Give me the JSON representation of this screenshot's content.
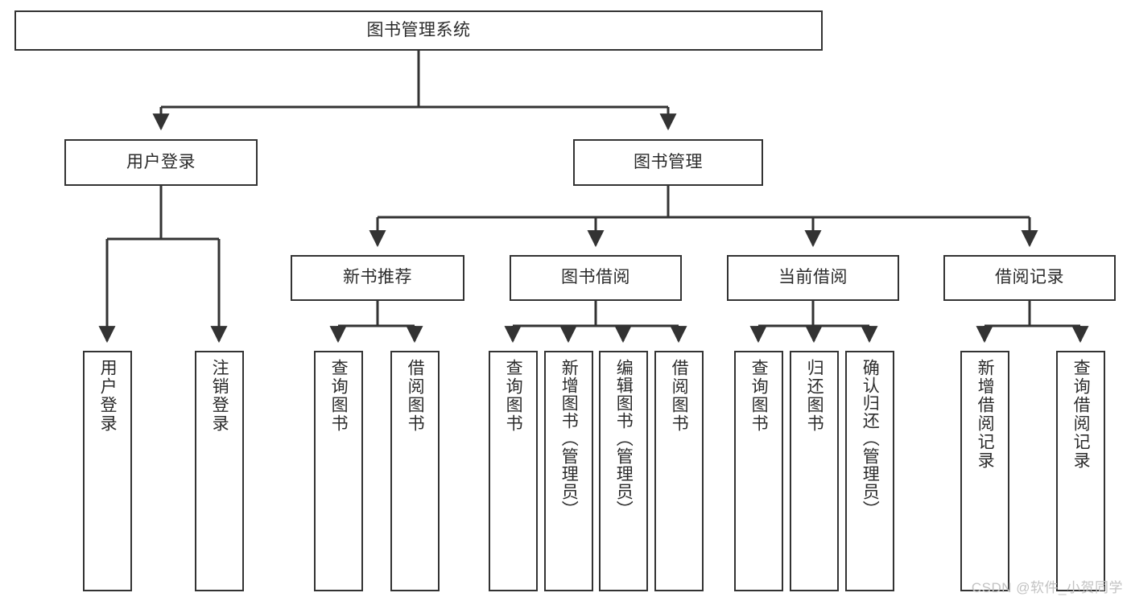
{
  "diagram": {
    "type": "tree",
    "title": "图书管理系统",
    "watermark": "CSDN @软件_小贺同学",
    "colors": {
      "stroke": "#333333",
      "fill": "#ffffff",
      "text": "#2b2b2b",
      "watermark": "#c3c3c3"
    },
    "nodes": {
      "root": {
        "label": "图书管理系统"
      },
      "l1": [
        {
          "id": "user-login",
          "label": "用户登录"
        },
        {
          "id": "book-manage",
          "label": "图书管理"
        }
      ],
      "l2": [
        {
          "id": "new-book-recommend",
          "label": "新书推荐"
        },
        {
          "id": "book-borrow",
          "label": "图书借阅"
        },
        {
          "id": "current-borrow",
          "label": "当前借阅"
        },
        {
          "id": "borrow-record",
          "label": "借阅记录"
        }
      ],
      "leaves": {
        "user_login": [
          {
            "id": "leaf-user-login",
            "label": "用户登录"
          },
          {
            "id": "leaf-logout-login",
            "label": "注销登录"
          }
        ],
        "new_book_recommend": [
          {
            "id": "leaf-query-book-1",
            "label": "查询图书"
          },
          {
            "id": "leaf-borrow-book-1",
            "label": "借阅图书"
          }
        ],
        "book_borrow": [
          {
            "id": "leaf-query-book-2",
            "label": "查询图书"
          },
          {
            "id": "leaf-add-book",
            "label": "新增图书（管理员）"
          },
          {
            "id": "leaf-edit-book",
            "label": "编辑图书（管理员）"
          },
          {
            "id": "leaf-borrow-book-2",
            "label": "借阅图书"
          }
        ],
        "current_borrow": [
          {
            "id": "leaf-query-book-3",
            "label": "查询图书"
          },
          {
            "id": "leaf-return-book",
            "label": "归还图书"
          },
          {
            "id": "leaf-confirm-return",
            "label": "确认归还（管理员）"
          }
        ],
        "borrow_record": [
          {
            "id": "leaf-add-record",
            "label": "新增借阅记录"
          },
          {
            "id": "leaf-query-record",
            "label": "查询借阅记录"
          }
        ]
      }
    }
  }
}
